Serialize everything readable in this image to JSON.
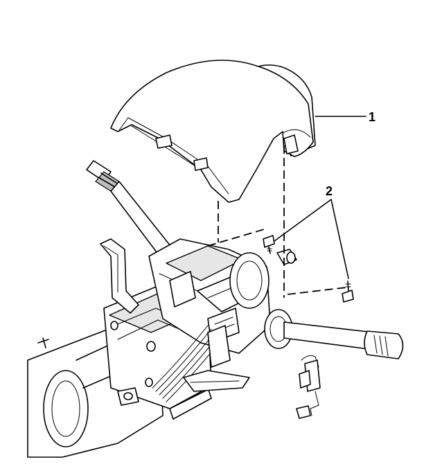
{
  "diagram": {
    "callouts": [
      {
        "id": "1",
        "label": "1"
      },
      {
        "id": "2",
        "label": "2"
      }
    ],
    "colors": {
      "line": "#000000",
      "background": "#ffffff",
      "shade": "#e6e6e6"
    }
  }
}
